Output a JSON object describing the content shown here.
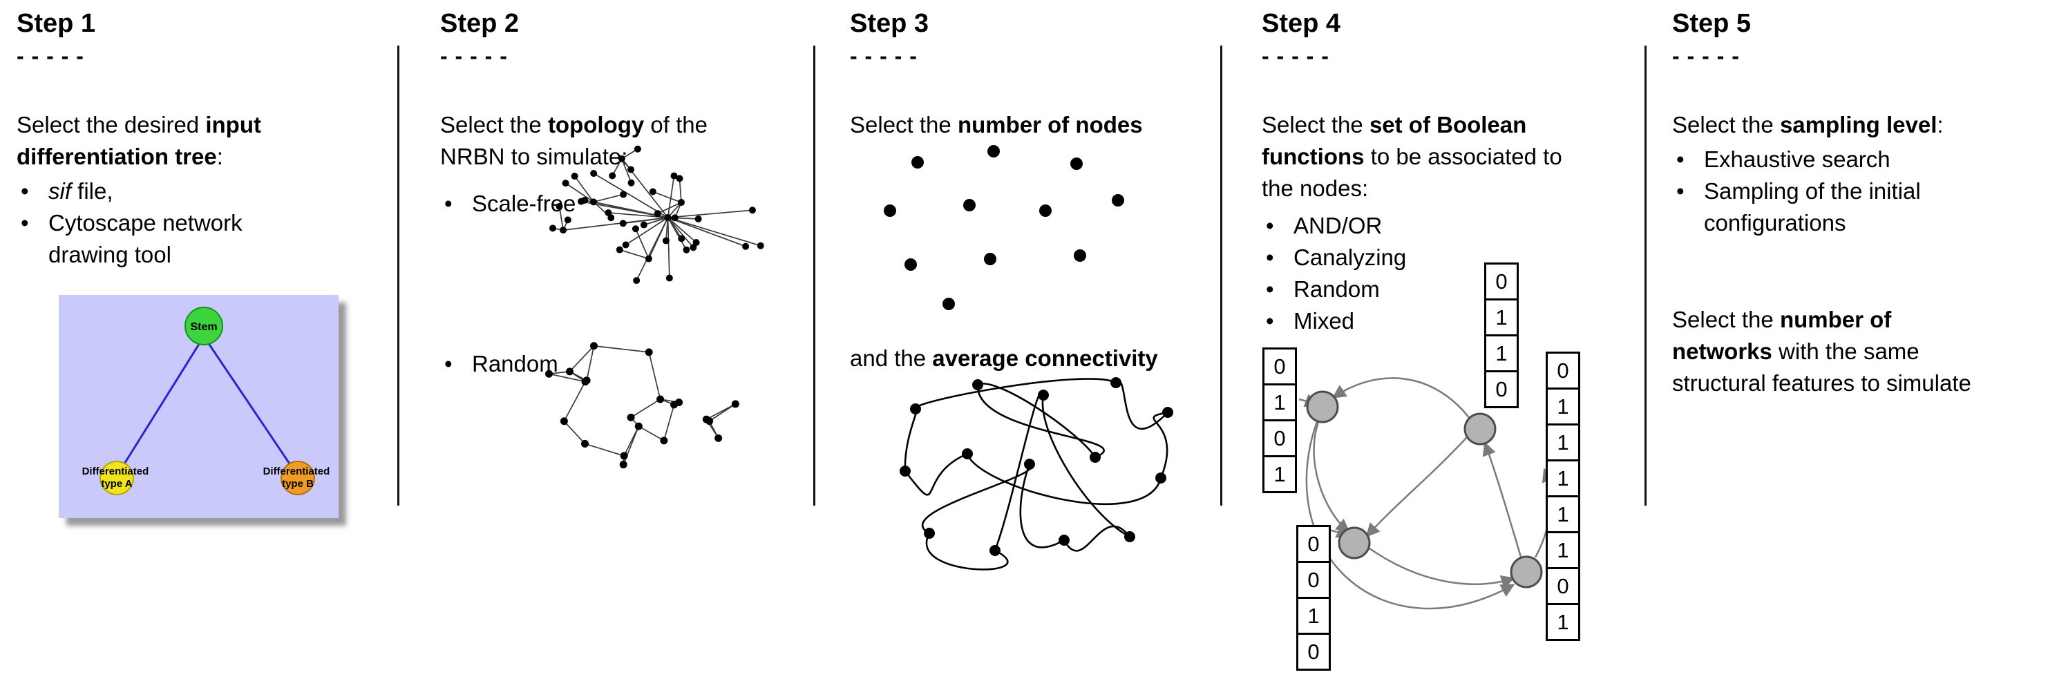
{
  "steps": [
    {
      "label": "Step 1",
      "dashes": "- - - - -",
      "intro": [
        {
          "pre": "Select the desired ",
          "bold": "input"
        },
        {
          "bold": "differentiation tree",
          "post": ":"
        }
      ],
      "bullets": [
        {
          "glyph": "•",
          "lines": [
            {
              "italic": "sif",
              "post": " file,"
            }
          ]
        },
        {
          "glyph": "•",
          "lines": [
            {
              "post": "Cytoscape network"
            },
            {
              "post": "drawing tool"
            }
          ]
        }
      ],
      "tree": {
        "background": "#c9c9fb",
        "edge_color": "#2727cf",
        "stem": {
          "label": "Stem",
          "fill": "#3ed43e"
        },
        "type_a": {
          "line1": "Differentiated",
          "line2": "type A",
          "fill": "#efe41f"
        },
        "type_b": {
          "line1": "Differentiated",
          "line2": "type B",
          "fill": "#ef9b25"
        }
      }
    },
    {
      "label": "Step 2",
      "dashes": "- - - - -",
      "intro": [
        {
          "pre": "Select the ",
          "bold": "topology",
          "post": " of the"
        },
        {
          "post": "NRBN to simulate:"
        }
      ],
      "bullets": [
        {
          "glyph": "•",
          "lines": [
            {
              "post": "Scale-free"
            }
          ]
        },
        {
          "glyph": "•",
          "lines": [
            {
              "post": "Random"
            }
          ]
        }
      ]
    },
    {
      "label": "Step 3",
      "dashes": "- - - - -",
      "intro": [
        {
          "pre": "Select the ",
          "bold": "number of nodes"
        }
      ],
      "connectivity": [
        {
          "pre": "and the ",
          "bold": "average connectivity"
        }
      ]
    },
    {
      "label": "Step 4",
      "dashes": "- - - - -",
      "intro": [
        {
          "pre": "Select the ",
          "bold": "set of Boolean"
        },
        {
          "bold": "functions",
          "post": " to be associated to"
        },
        {
          "post": "the nodes:"
        }
      ],
      "bullets": [
        {
          "glyph": "•",
          "lines": [
            {
              "post": "AND/OR"
            }
          ]
        },
        {
          "glyph": "•",
          "lines": [
            {
              "post": "Canalyzing"
            }
          ]
        },
        {
          "glyph": "•",
          "lines": [
            {
              "post": "Random"
            }
          ]
        },
        {
          "glyph": "•",
          "lines": [
            {
              "post": "Mixed"
            }
          ]
        }
      ],
      "truth_tables": {
        "left": [
          "0",
          "1",
          "0",
          "1"
        ],
        "top": [
          "0",
          "1",
          "1",
          "0"
        ],
        "right": [
          "0",
          "1",
          "1",
          "1",
          "1",
          "1",
          "0",
          "1"
        ],
        "bottom": [
          "0",
          "0",
          "1",
          "0"
        ]
      }
    },
    {
      "label": "Step 5",
      "dashes": "- - - - -",
      "intro": [
        {
          "pre": "Select the ",
          "bold": "sampling level",
          "post": ":"
        }
      ],
      "bullets": [
        {
          "glyph": "•",
          "lines": [
            {
              "post": "Exhaustive search"
            }
          ]
        },
        {
          "glyph": "•",
          "lines": [
            {
              "post": "Sampling of the initial"
            },
            {
              "post": "configurations"
            }
          ]
        }
      ],
      "closing": [
        {
          "pre": "Select the ",
          "bold": "number of"
        },
        {
          "bold": "networks",
          "post": " with the same"
        },
        {
          "post": "structural features to simulate"
        }
      ]
    }
  ]
}
